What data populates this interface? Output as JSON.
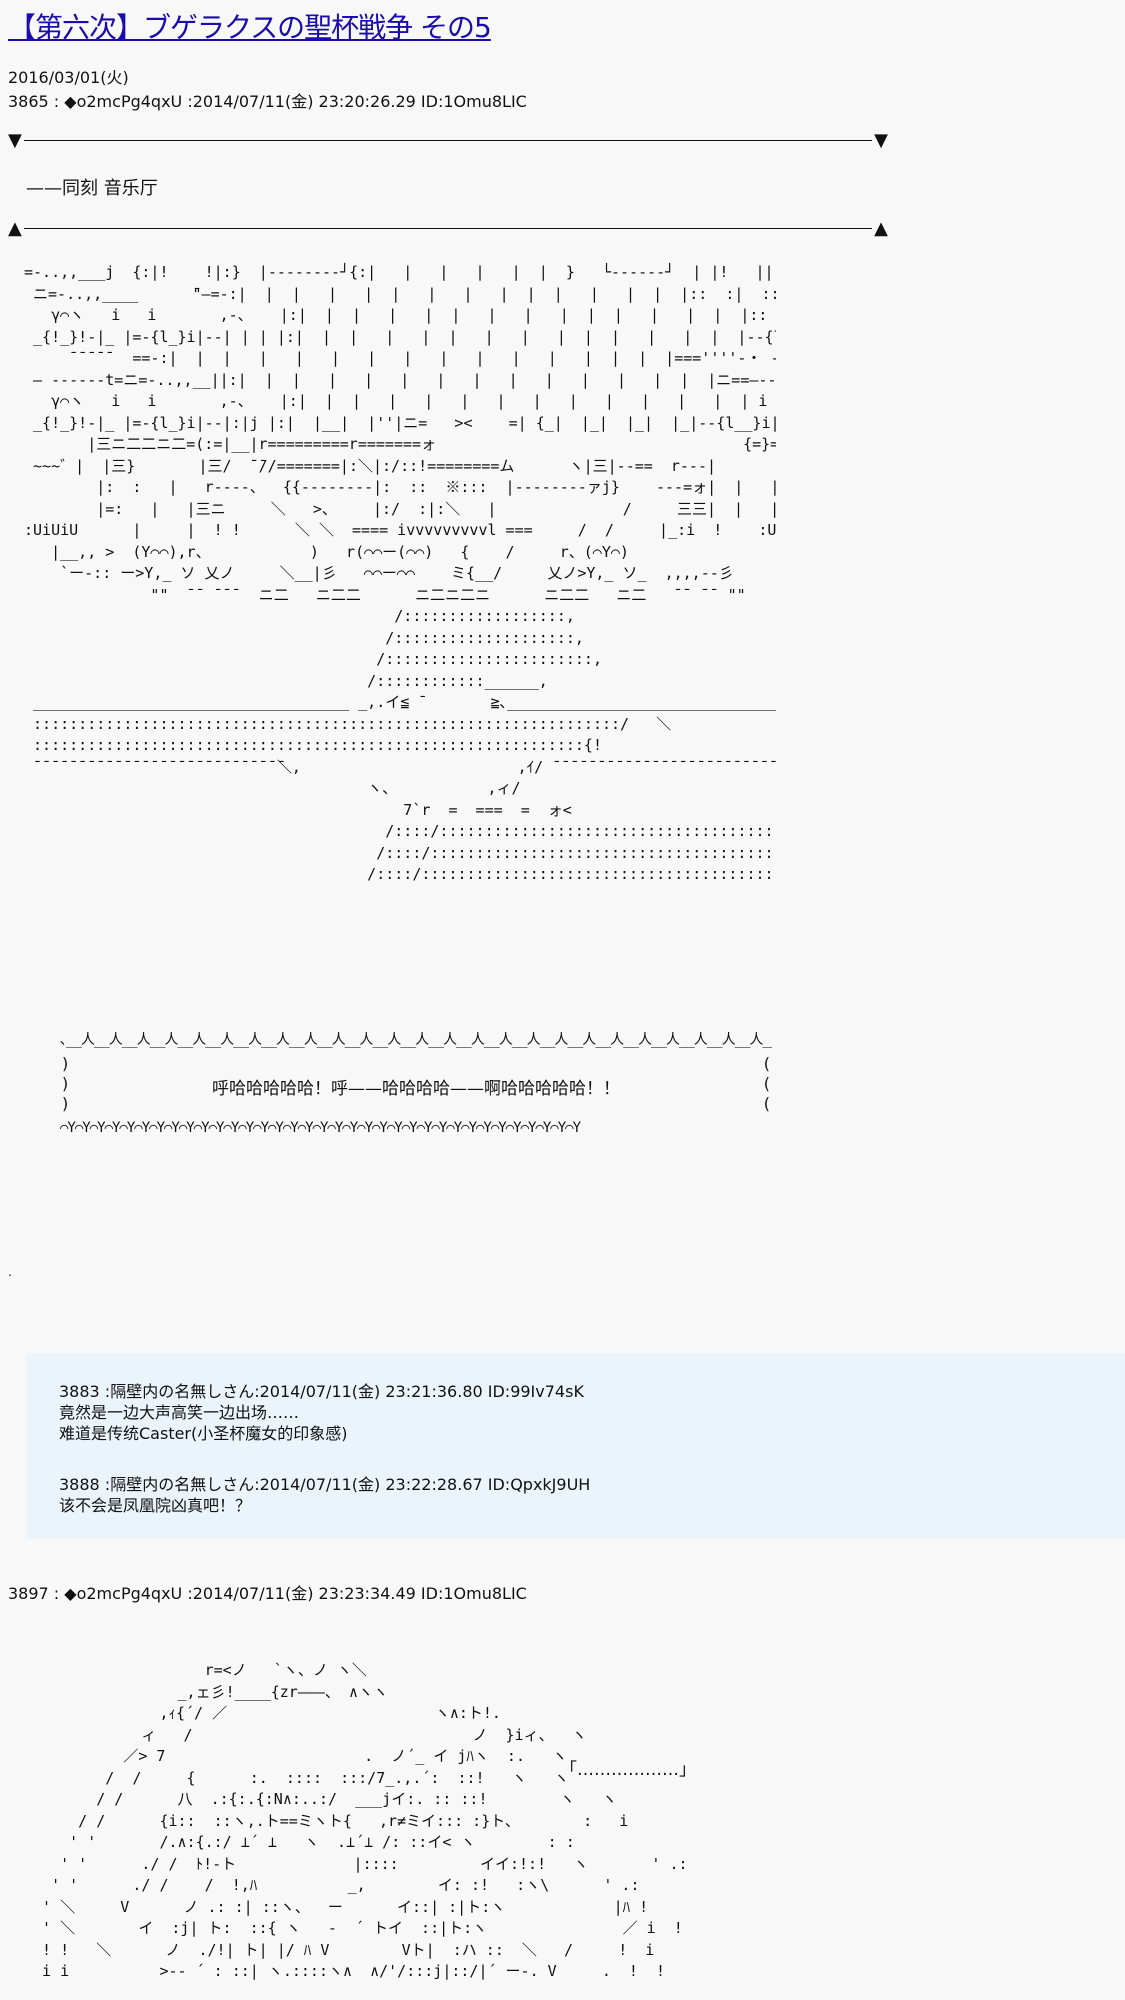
{
  "title": "【第六次】ブゲラクスの聖杯戦争 その5",
  "date": "2016/03/01(火)",
  "posts": [
    {
      "header": "3865 : ◆o2mcPg4qxU :2014/07/11(金) 23:20:26.29 ID:1Omu8LIC",
      "divider_top": "▼",
      "divider_bottom": "▲",
      "scene": "——同刻 音乐厅",
      "art": "=-..,,___j  {:|!    !|:}  |--------┘{:|   |   |   |   |  |  }   └------┘  | |!   ||  j  {_|!__j!_\n ニ=-..,,____      ̄\"―=-:|  |  |   |   |  |   |   |   |  |  |   |   |  |  |::  :|  ::|--= =三         __ 三\n   γ⌒ヽ   i   i       ,-、   |:|  |  |   |   |  |   |   |   |  |  |   |   |  |  |::  :|  ::|--ァ―、 ,-―、, |  γ⌒ヽ\n _{!_}!-|_ |=-{l_}i|--| | | |:|  |  |   |   |  |   |   |   |  |  |   |   |  |  |--{l__}i|--j  |--{l__}!-j|-=\n     ̄ ̄ ̄ ̄ ̄   ==-:|  |  |   |   |   |   |   |   |   |   |   |   |  |  |  |===''''-・ -------\n ― ------t=ニ=-..,,__||:|  |  |   |   |   |   |   |   |   |   |   |   |  |  |ニ==―-------_____\n   γ⌒ヽ   i   i       ,-、   |:|  |  |   |   |   |   |   |   |   |   |   |   |  | i   ,-、   ,-―、 |  γ⌒ヽ\n _{!_}!-|_ |=-{l_}i|--|:|j |:|  |__|  |''|ニ=   ><    =| {_|  |_|  |_|  |_|--{l__}i|--j  |--{l__}!-j|-=\n       |三ニ二二ニ二=(:=|__|r=========r=======ォ                                  {=}=ニ二二ニ二三|\n ~~~゛|  |三}       |三/  ̄ ̄//=======|:＼|:/::!========ム      ヽ|三|--==  r---|\n        |:  :   |   r----、  {{--------|:  ::  ※:::  |--------ァj}    ---=ォ|  |   |\n        |=:   |   |三ニ     ＼   >、    |:/  :|:＼   |              /     三三|  |   |\n:UiUiU      |     |  ! !      ＼ ＼  ==== ivvvvvvvvvl ===     /  /     |_:i  !    :UiUiUiU\n   |__,, >  (Y⌒⌒),r、           )   r(⌒⌒ー(⌒⌒)   {    /     r、(⌒Y⌒)\n    `ー-:: ー>Y,_ ソ 乂ノ     ＼__|彡   ⌒⌒ー⌒⌒    ミ{__/     乂ノ>Y,_ ソ_  ,,,,--彡\n              \"\"  ̄ ̄  ̄ ̄ ̄   ニ二   ニ二二      ニ二ニ二ニ      ニ二二   ニ二   ̄ ̄  ̄ ̄  \"\"\n                                         /::::::::::::::::::,\n                                        /::::::::::::::::::::,\n                                       /:::::::::::::::::::::::,\n                                      /::::::::::::______,\n ___________________________________ _,.イ≦ ̄        ≧､___________________________________\n :::::::::::::::::::::::::::::::::::::::::::::::::::::::::::::::::/   ＼                      /＼::::::::::::::::::::::::::::::::::::::::::::::::::::::::::::::::\n :::::::::::::::::::::::::::::::::::::::::::::::::::::::::::::{!                            i}::::::::::::::::::::::::::::::::::::::::::::::::::::::::::::\n ̄ ̄ ̄ ̄ ̄ ̄ ̄ ̄ ̄ ̄ ̄ ̄ ̄ ̄ ̄ ̄ ̄ ̄ ̄ ̄ ̄ ̄ ̄ ̄ ̄ ̄ ̄ ̄＼,                        ,ｲ/ ̄ ̄ ̄ ̄ ̄ ̄ ̄ ̄ ̄ ̄ ̄ ̄ ̄ ̄ ̄ ̄ ̄ ̄ ̄ ̄ ̄ ̄ ̄ ̄ ̄ ̄ ̄ ̄\n                                      ヽ、          ,ィ/\n                                          7`r  =  ===  =  ォ<\n                                        /::::/::::::::::::::::::::::::::::::::::::::::V∧\n                                       /::::/:::::::::::::::::::::::::::::::::::::::::::V∧\n                                      /::::/::::::::::::::::::::::::::::::::::::::::::::::V∧\n                                     /::::/:::::::::::::::::::::::::::::::::::::::::::::::::V∧\n                                    /::::/::::::::::::::::::::::::::::::::::::::::::::::::::::V∧",
      "speech_top": "､__人__人__人__人__人__人__人__人__人__人__人__人__人__人__人__人__人__人__人__人__人__人__人__人__人__人_ ,",
      "speech_side_left": ")",
      "speech_side_right": "(",
      "speech": "呼哈哈哈哈哈！呼——哈哈哈哈——啊哈哈哈哈哈！！",
      "speech_bottom": "⌒Y⌒Y⌒Y⌒Y⌒Y⌒Y⌒Y⌒Y⌒Y⌒Y⌒Y⌒Y⌒Y⌒Y⌒Y⌒Y⌒Y⌒Y⌒Y⌒Y⌒Y⌒Y⌒Y⌒Y⌒Y⌒Y⌒Y⌒Y⌒Y⌒Y⌒Y⌒Y⌒Y⌒Y⌒Y"
    },
    {
      "header": "3897 : ◆o2mcPg4qxU :2014/07/11(金) 23:23:34.49 ID:1Omu8LIC",
      "art": "                    r=<ノ   `ヽ、ノ ヽ＼\n                 _,ェ彡!____{zr―――、 ∧ヽヽ\n               ,ｨ{´/ ／                       ヽ∧:ト!.\n             ィ   /                               ノ  }iィ、  ヽ\n           ／> 7                      .  ノ´_ イ jﾊヽ  :.   ヽ\n         /  /     {      :.  ::::  :::/7_.,.´:  ::!   ヽ   ヽ\n        / /      八  .:{:.{:N∧:..:/  ___jイ:. :: ::!        ヽ   ヽ\n      / /      {i::  ::ヽ,.ト==ミヽト{   ,r≠ミイ::: :}ト、       :   i\n     ' '       /.∧:{.:/ ⊥´ ⊥   ヽ  .⊥´⊥ /: ::イ< ヽ        : :\n    ' '      ./ /  ﾄ!-ト             |::::         イイ:!:!   ヽ       ' .:\n   ' '      ./ /    /  !,ﾊ          _,        イ: :!   :ヽ\\      ' .:\n  ' ＼     V      ノ .: :| ::ヽ、  ー      イ::| :|ト:ヽ            |ﾊ !\n  ' ＼       イ  :j| ト:  ::{ ヽ   -  ´ トイ  ::|ト:ヽ               ／ i  !\n  ! !   ＼      ノ  ./!| ト| |/ ﾊ V        Vト|  :ハ ::  ＼   /     !  i\n  i i          >-- ´ : ::| ヽ.::::ヽ∧  ∧/'/:::j|::/|´ ー-. V     .  !  !",
      "quote": "「………………」"
    }
  ],
  "replies": [
    {
      "header": "3883 :隔壁内の名無しさん:2014/07/11(金) 23:21:36.80 ID:99Iv74sK",
      "lines": [
        "竟然是一边大声高笑一边出场……",
        "难道是传统Caster(小圣杯魔女的印象感)"
      ]
    },
    {
      "header": "3888 :隔壁内の名無しさん:2014/07/11(金) 23:22:28.67 ID:QpxkJ9UH",
      "lines": [
        "该不会是凤凰院凶真吧！？"
      ]
    }
  ],
  "stray_mark": "."
}
